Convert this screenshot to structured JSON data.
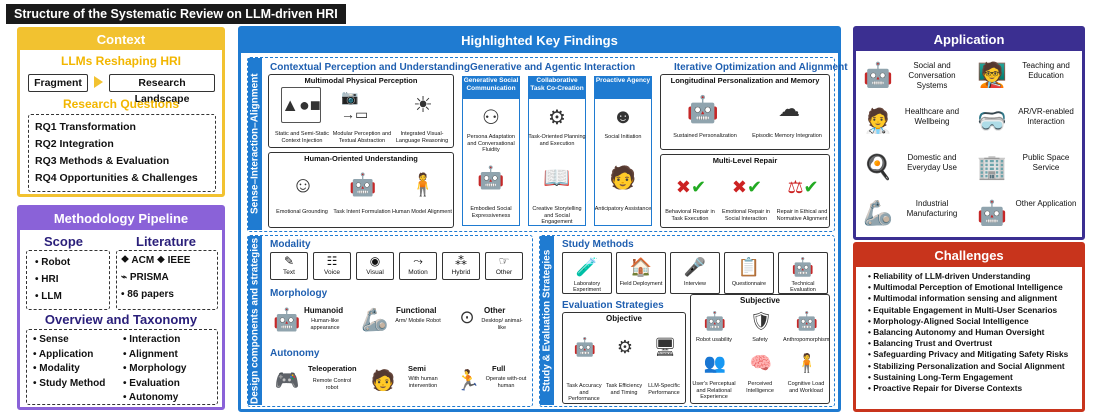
{
  "title": "Structure of the Systematic Review on LLM-driven HRI",
  "context": {
    "header": "Context",
    "subtitle": "LLMs Reshaping HRI",
    "fragment": "Fragment",
    "research_landscape": "Research Landscape",
    "rq_title": "Research Questions",
    "rqs": [
      "RQ1 Transformation",
      "RQ2 Integration",
      "RQ3 Methods & Evaluation",
      "RQ4 Opportunities & Challenges"
    ]
  },
  "methodology": {
    "header": "Methodology Pipeline",
    "scope_title": "Scope",
    "scope": [
      "Robot",
      "HRI",
      "LLM"
    ],
    "lit_title": "Literature",
    "acm": "ACM",
    "ieee": "IEEE",
    "prisma": "PRISMA",
    "papers": "86 papers",
    "overview_title": "Overview and Taxonomy",
    "taxonomy_left": [
      "Sense",
      "Application",
      "Modality",
      "Study Method"
    ],
    "taxonomy_right": [
      "Interaction",
      "Alignment",
      "Morphology",
      "Evaluation",
      "Autonomy"
    ]
  },
  "findings": {
    "header": "Highlighted Key Findings",
    "sia_label": "Sense–Interaction–Alignment",
    "cpu": {
      "title": "Contextual Perception and Understanding",
      "mpp": "Multimodal Physical Perception",
      "mpp_caps": [
        "Static and Semi-Static Context Injection",
        "Modular Perception and Textual Abstraction",
        "Integrated Visual-Language Reasoning"
      ],
      "hou": "Human-Oriented Understanding",
      "hou_caps": [
        "Emotional Grounding",
        "Task Intent Formulation",
        "Human Model Alignment"
      ]
    },
    "gai": {
      "title": "Generative and Agentic Interaction",
      "cols": [
        "Generative Social Communication",
        "Collaborative Task Co-Creation",
        "Proactive Agency"
      ],
      "caps_top": [
        "Persona Adaptation and Conversational Fluidity",
        "Task-Oriented Planning and Execution",
        "Social Initiation"
      ],
      "caps_bottom": [
        "Embodied Social Expressiveness",
        "Creative Storytelling and Social Engagement",
        "Anticipatory Assistance"
      ]
    },
    "ioa": {
      "title": "Iterative Optimization and Alignment",
      "lpm": "Longitudinal Personalization and Memory",
      "lpm_caps": [
        "Sustained Personalization",
        "Episodic Memory Integration"
      ],
      "mlr": "Multi-Level Repair",
      "mlr_caps": [
        "Behavioral Repair in Task Execution",
        "Emotional Repair in Social Interaction",
        "Repair in Ethical and Normative Alignment"
      ]
    },
    "design_label": "Design components and strategies",
    "modality": {
      "title": "Modality",
      "items": [
        "Text",
        "Voice",
        "Visual",
        "Motion",
        "Hybrid",
        "Other"
      ]
    },
    "morphology": {
      "title": "Morphology",
      "humanoid": "Humanoid",
      "humanoid_desc": "Human-like appearance",
      "functional": "Functional",
      "functional_desc": "Arm/ Mobile Robot",
      "other": "Other",
      "other_desc": "Desktop/ animal-like"
    },
    "autonomy": {
      "title": "Autonomy",
      "tele": "Teleoperation",
      "tele_desc": "Remote Control robot",
      "semi": "Semi",
      "semi_desc": "With human intervention",
      "full": "Full",
      "full_desc": "Operate with-out human"
    },
    "study_label": "Study & Evaluation Strategies",
    "study_methods": {
      "title": "Study Methods",
      "items": [
        "Laboratory Experiment",
        "Field Deployment",
        "Interview",
        "Questionnaire",
        "Technical Evaluation"
      ]
    },
    "eval": {
      "title": "Evaluation Strategies",
      "objective": "Objective",
      "obj_caps": [
        "Task Accuracy and Performance",
        "Task Efficiency and Timing",
        "LLM-Specific Performance"
      ],
      "subjective": "Subjective",
      "subj_top": [
        "Robot usability",
        "Safety",
        "Anthropomorphism"
      ],
      "subj_bottom": [
        "User's Perceptual and Relational Experience",
        "Perceived Intelligence",
        "Cognitive Load and Workload"
      ]
    }
  },
  "application": {
    "header": "Application",
    "items": [
      "Social and Conversation Systems",
      "Teaching and Education",
      "Healthcare and Wellbeing",
      "AR/VR-enabled Interaction",
      "Domestic and Everyday Use",
      "Public Space Service",
      "Industrial Manufacturing",
      "Other Application"
    ]
  },
  "challenges": {
    "header": "Challenges",
    "items": [
      "Reliability of LLM-driven Understanding",
      "Multimodal Perception of Emotional Intelligence",
      "Multimodal information sensing and alignment",
      "Equitable Engagement in Multi-User Scenarios",
      "Morphology-Aligned Social Intelligence",
      "Balancing Autonomy and Human Oversight",
      "Balancing Trust and Overtrust",
      "Safeguarding Privacy and Mitigating Safety Risks",
      "Stabilizing Personalization and Social Alignment",
      "Sustaining Long-Term Engagement",
      "Proactive Repair for Diverse Contexts"
    ]
  }
}
